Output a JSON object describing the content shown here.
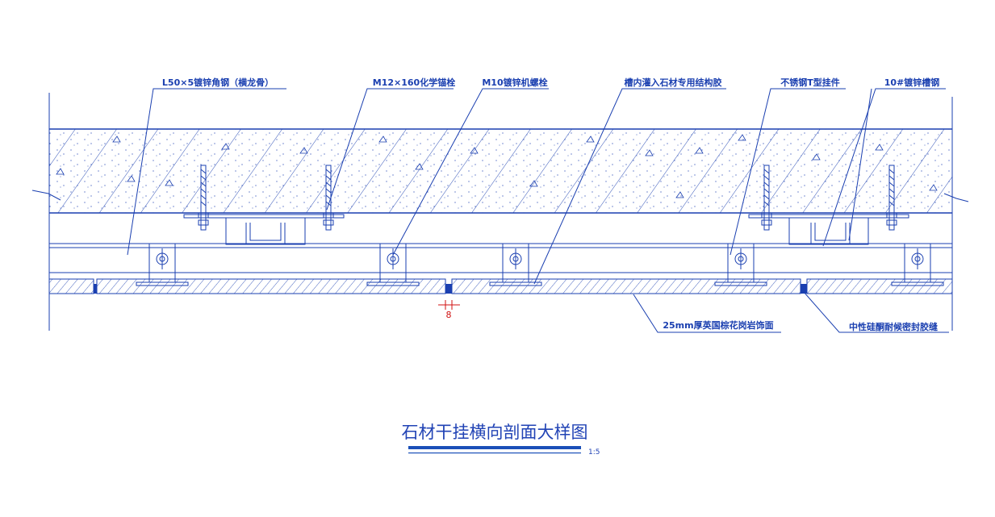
{
  "labels": {
    "angle_steel": "L50×5镀锌角钢（横龙骨）",
    "chem_anchor": "M12×160化学锚栓",
    "mech_bolt": "M10镀锌机螺栓",
    "glue": "槽内灌入石材专用结构胶",
    "t_hanger": "不锈钢T型挂件",
    "channel": "10#镀锌槽钢",
    "granite": "25mm厚英国棕花岗岩饰面",
    "sealant": "中性硅酮耐候密封胶缝"
  },
  "dimension": {
    "gap": "8"
  },
  "title": {
    "text": "石材干挂横向剖面大样图",
    "scale": "1:5"
  },
  "colors": {
    "line": "#1a3fb0",
    "dimension": "#d01010",
    "title_bar": "#1a4fb8"
  }
}
